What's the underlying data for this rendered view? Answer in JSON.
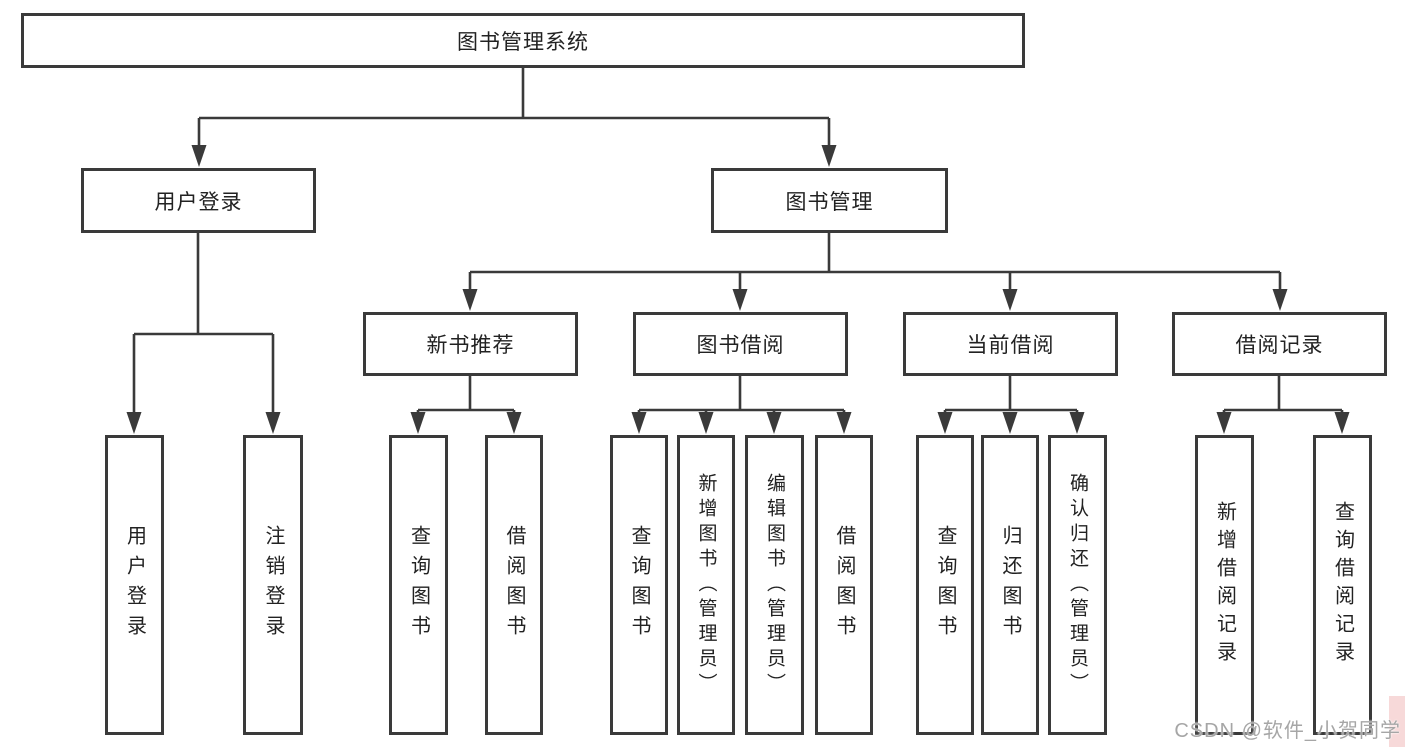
{
  "diagram_title": "图书管理系统",
  "root": {
    "label": "图书管理系统"
  },
  "level2": [
    {
      "label": "用户登录"
    },
    {
      "label": "图书管理"
    }
  ],
  "level3": [
    {
      "label": "新书推荐"
    },
    {
      "label": "图书借阅"
    },
    {
      "label": "当前借阅"
    },
    {
      "label": "借阅记录"
    }
  ],
  "leaves": {
    "user_login": [
      "用户登录",
      "注销登录"
    ],
    "new_book": [
      "查询图书",
      "借阅图书"
    ],
    "book_borrow": [
      "查询图书",
      "新增图书（管理员）",
      "编辑图书（管理员）",
      "借阅图书"
    ],
    "current_borrow": [
      "查询图书",
      "归还图书",
      "确认归还（管理员）"
    ],
    "borrow_records": [
      "新增借阅记录",
      "查询借阅记录"
    ]
  },
  "watermark": "CSDN @软件_小贺同学",
  "colors": {
    "box_border": "#3a3a3a",
    "connector": "#3a3a3a",
    "text": "#222222",
    "background": "#ffffff",
    "watermark_text": "#a6a6a6",
    "corner_tint": "#f7d9d9"
  }
}
